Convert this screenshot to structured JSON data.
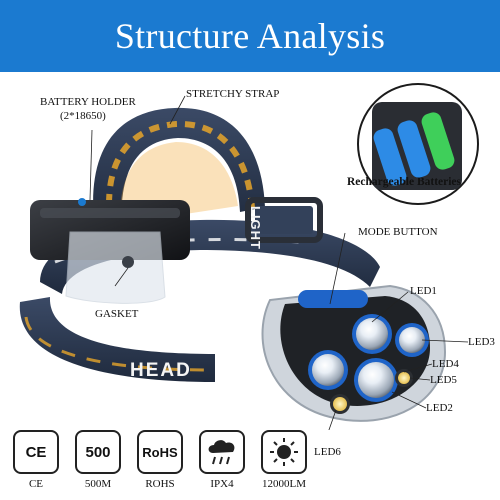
{
  "header": {
    "title": "Structure Analysis"
  },
  "callouts": {
    "battery_holder": "BATTERY HOLDER",
    "battery_holder_spec": "(2*18650)",
    "stretchy_strap": "STRETCHY STRAP",
    "rechargeable_batteries": "Rechargeable Batteries",
    "mode_button": "MODE BUTTON",
    "gasket": "GASKET",
    "led1": "LED1",
    "led2": "LED2",
    "led3": "LED3",
    "led4": "LED4",
    "led5": "LED5",
    "led6": "LED6"
  },
  "strap_print": {
    "front": "HEAD",
    "side": "LIGHT"
  },
  "badges": [
    {
      "icon": "ce-icon",
      "box_text": "CE",
      "caption": "CE"
    },
    {
      "icon": "500m-icon",
      "box_text": "500",
      "caption": "500M"
    },
    {
      "icon": "rohs-icon",
      "box_text": "RoHS",
      "caption": "ROHS"
    },
    {
      "icon": "ipx4-rain-icon",
      "box_text": "",
      "caption": "IPX4"
    },
    {
      "icon": "sun-brightness-icon",
      "box_text": "",
      "caption": "12000LM"
    }
  ],
  "colors": {
    "banner": "#1b7ad0",
    "strap": "#2d3a52",
    "accent": "#f0a020",
    "lens_ring": "#1f64c8"
  }
}
